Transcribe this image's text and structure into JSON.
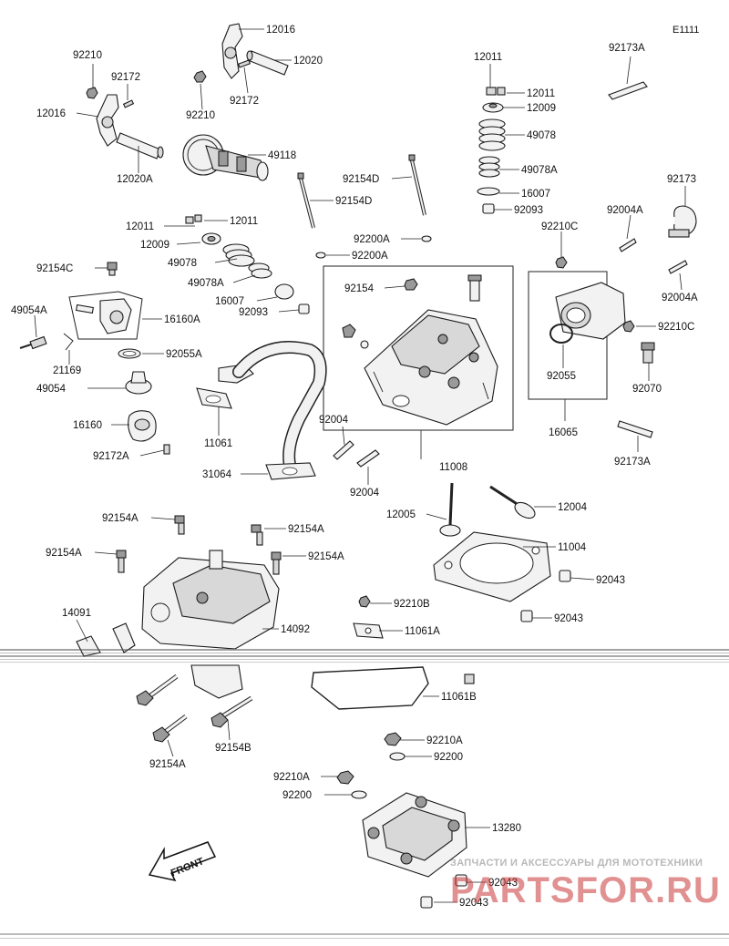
{
  "diagram": {
    "code": "E1111",
    "labels": {
      "l12016_top": "12016",
      "l12020": "12020",
      "l92172_top": "92172",
      "l92210_cam": "92210",
      "l49118": "49118",
      "l92210_left": "92210",
      "l92172_left": "92172",
      "l12016_left": "12016",
      "l12020A": "12020A",
      "l12011_top": "12011",
      "l12011_r": "12011",
      "l12009_r": "12009",
      "l49078_r": "49078",
      "l49078A_r": "49078A",
      "l16007_r": "16007",
      "l92093_r": "92093",
      "l92173A_top": "92173A",
      "l92173": "92173",
      "l92154D_a": "92154D",
      "l92154D_b": "92154D",
      "l12011_l": "12011",
      "l12011_l2": "12011",
      "l12009_l": "12009",
      "l92200A_a": "92200A",
      "l92200A_b": "92200A",
      "l92210C_a": "92210C",
      "l92004A_a": "92004A",
      "l92154C": "92154C",
      "l49078_l": "49078",
      "l49078A_l": "49078A",
      "l16007_l": "16007",
      "l92093_l": "92093",
      "l92004A_b": "92004A",
      "l92154_box": "92154",
      "l49054A": "49054A",
      "l16160A": "16160A",
      "l92210C_b": "92210C",
      "l92055A": "92055A",
      "l21169": "21169",
      "l49054": "49054",
      "l92055": "92055",
      "l92070": "92070",
      "l16160": "16160",
      "l11061": "11061",
      "l92004_a": "92004",
      "l16065": "16065",
      "l92172A": "92172A",
      "l92173A_b": "92173A",
      "l31064": "31064",
      "l11008": "11008",
      "l92004_b": "92004",
      "l12004": "12004",
      "l12005": "12005",
      "l92154A_1": "92154A",
      "l92154A_2": "92154A",
      "l11004": "11004",
      "l92154A_3": "92154A",
      "l92154A_4": "92154A",
      "l92043_a": "92043",
      "l92210B": "92210B",
      "l14091": "14091",
      "l92043_b": "92043",
      "l14092": "14092",
      "l11061A": "11061A",
      "l11061B": "11061B",
      "l92154B": "92154B",
      "l92154A_5": "92154A",
      "l92210A_a": "92210A",
      "l92200_a": "92200",
      "l92210A_b": "92210A",
      "l92200_b": "92200",
      "l13280": "13280",
      "l92043_c": "92043",
      "l92043_d": "92043"
    },
    "front_label": "FRONT"
  },
  "watermark": {
    "caption": "ЗАПЧАСТИ И АКСЕССУАРЫ ДЛЯ МОТОТЕХНИКИ",
    "logo": "PARTSFOR.RU"
  }
}
